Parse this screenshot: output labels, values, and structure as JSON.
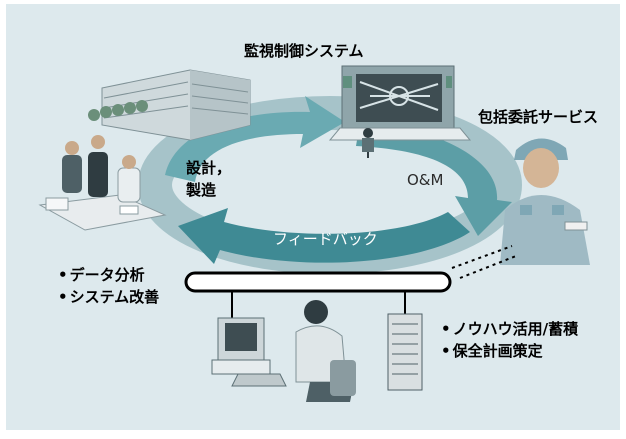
{
  "diagram": {
    "colors": {
      "background": "#dde9ed",
      "cycle_arrow": "#5c9ea6",
      "cycle_arrow_dark": "#3f7e87",
      "network_line": "#000000"
    },
    "labels": {
      "monitoring_system": "監視制御システム",
      "comprehensive_service": "包括委託サービス",
      "design_line1": "設計，",
      "design_line2": "製造",
      "om": "O&M",
      "feedback": "フィードバック"
    },
    "left_list": [
      "データ分析",
      "システム改善"
    ],
    "right_list": [
      "ノウハウ活用/蓄積",
      "保全計画策定"
    ],
    "icons": [
      "building-icon",
      "meeting-people-icon",
      "control-room-icon",
      "worker-icon",
      "operator-computer-icon",
      "server-rack-icon"
    ]
  }
}
